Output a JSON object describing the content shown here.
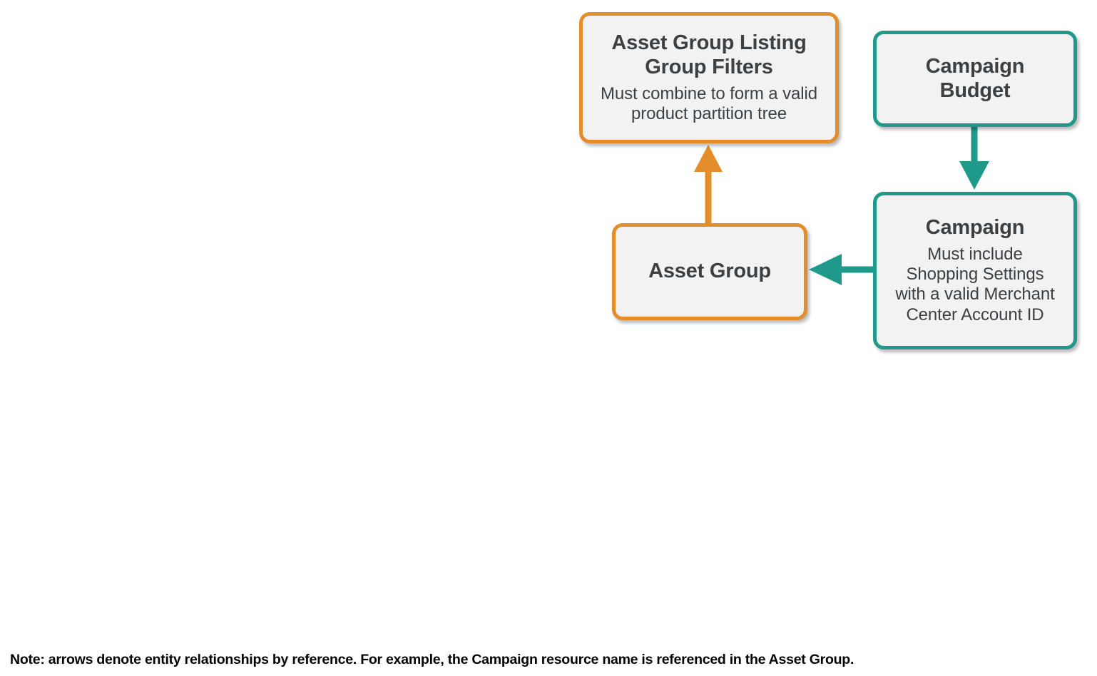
{
  "diagram": {
    "type": "entity-relationship-diagram",
    "background_color": "#ffffff",
    "colors": {
      "orange": "#E38E2A",
      "teal": "#1F9A8A",
      "node_fill": "#F2F2F2",
      "text": "#3C4043",
      "note_text": "#000000"
    },
    "nodes": [
      {
        "id": "asset-group-listing-group-filters",
        "title": "Asset Group Listing Group Filters",
        "title_lines": [
          "Asset Group Listing",
          "Group Filters"
        ],
        "subtitle": "Must combine to form a valid product partition tree",
        "subtitle_lines": [
          "Must combine to form a valid",
          "product partition tree"
        ],
        "color": "#E38E2A"
      },
      {
        "id": "campaign-budget",
        "title": "Campaign Budget",
        "title_lines": [
          "Campaign",
          "Budget"
        ],
        "subtitle": "",
        "color": "#1F9A8A"
      },
      {
        "id": "asset-group",
        "title": "Asset Group",
        "title_lines": [
          "Asset Group"
        ],
        "subtitle": "",
        "color": "#E38E2A"
      },
      {
        "id": "campaign",
        "title": "Campaign",
        "title_lines": [
          "Campaign"
        ],
        "subtitle": "Must include Shopping Settings with a valid Merchant Center Account ID",
        "subtitle_lines": [
          "Must include",
          "Shopping Settings",
          "with a valid Merchant",
          "Center Account ID"
        ],
        "color": "#1F9A8A"
      }
    ],
    "edges": [
      {
        "id": "asset-group-to-listing-group-filters",
        "from": "asset-group",
        "to": "asset-group-listing-group-filters",
        "color": "#E38E2A",
        "direction": "up"
      },
      {
        "id": "campaign-budget-to-campaign",
        "from": "campaign-budget",
        "to": "campaign",
        "color": "#1F9A8A",
        "direction": "down"
      },
      {
        "id": "campaign-to-asset-group",
        "from": "campaign",
        "to": "asset-group",
        "color": "#1F9A8A",
        "direction": "left"
      }
    ],
    "note": "Note: arrows denote entity relationships by reference. For example, the Campaign resource name is referenced in the Asset Group."
  }
}
